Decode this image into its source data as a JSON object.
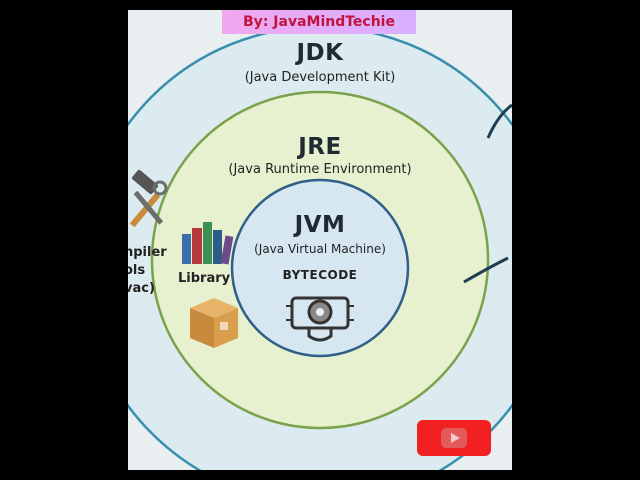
{
  "header": {
    "credit": "By: JavaMindTechie"
  },
  "jdk": {
    "title": "JDK",
    "subtitle": "(Java Development Kit)"
  },
  "jre": {
    "title": "JRE",
    "subtitle": "(Java Runtime Environment)"
  },
  "jvm": {
    "title": "JVM",
    "subtitle": "(Java Virtual Machine)",
    "badge": "BYTECODE"
  },
  "tools": {
    "line1": "npiler",
    "line2": "ols",
    "line3": "vac)"
  },
  "library": {
    "label": "Library"
  },
  "colors": {
    "jdk_ring": "#d9ecf0",
    "jre_ring": "#e6f0cd",
    "jvm_core": "#d4e6f2",
    "youtube": "#f22020"
  },
  "icons": [
    "hammer-wrench-icon",
    "books-icon",
    "box-icon",
    "gear-machine-icon",
    "youtube-play-icon"
  ]
}
